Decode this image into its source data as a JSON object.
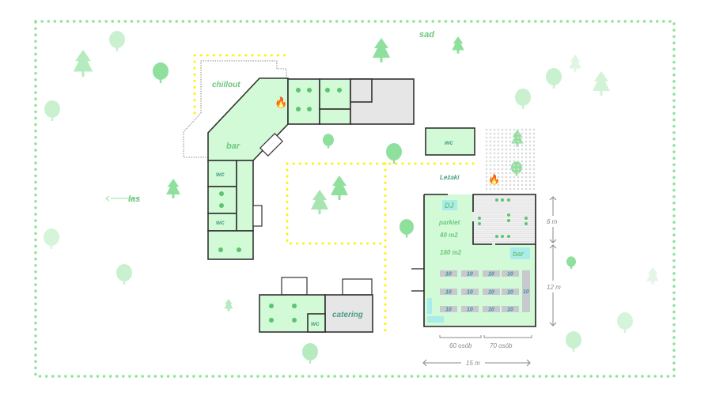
{
  "labels": {
    "orchard": "sad",
    "forest": "las",
    "chillout": "chillout",
    "bar_main": "bar",
    "wc_1": "wc",
    "wc_2": "wc",
    "wc_catering": "wc",
    "wc_outdoor": "wc",
    "catering": "catering",
    "loungers": "Leżaki",
    "dj": "DJ",
    "dance_floor": "parkiet",
    "dance_floor_area": "40 m2",
    "hall_area": "180 m2",
    "hall_bar": "bar"
  },
  "tables": [
    "10",
    "10",
    "10",
    "10",
    "10",
    "10",
    "10",
    "10",
    "10",
    "10",
    "10",
    "10",
    "10"
  ],
  "dimensions": {
    "height_dance": "6 m",
    "height_hall": "12 m",
    "width": "15 m",
    "guests_left": "60 osób",
    "guests_right": "70 osób"
  },
  "colors": {
    "room": "#d2fad6",
    "tree": "#8ee09c",
    "lights": "#fff200",
    "border": "#8fe39b"
  }
}
